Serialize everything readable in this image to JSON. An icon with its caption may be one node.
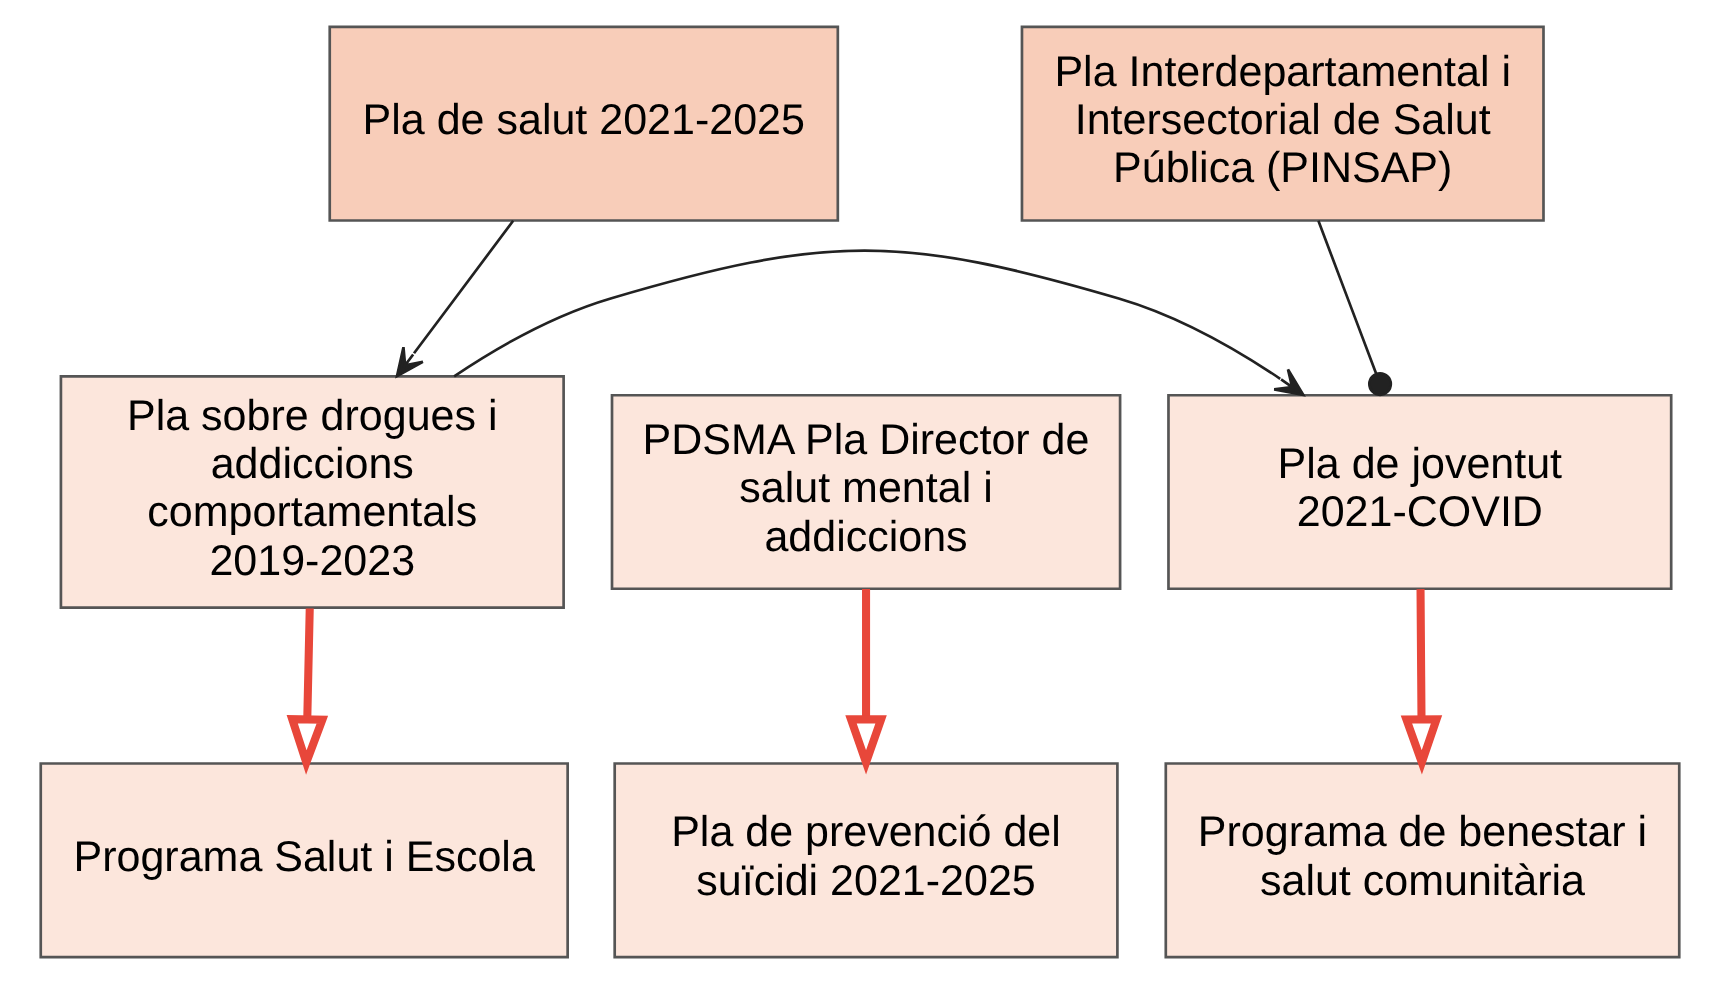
{
  "diagram": {
    "nodes": [
      {
        "text": [
          "Pla de salut 2021-2025"
        ]
      },
      {
        "text": [
          "Pla Interdepartamental i Intersectorial de Salut Pública (PINSAP)"
        ]
      },
      {
        "text": [
          "Pla sobre drogues i addiccions comportamentals 2019-2023"
        ]
      },
      {
        "text": [
          "PDSMA Pla Director de salut mental i addiccions"
        ]
      },
      {
        "text": [
          "Pla de joventut 2021-COVID"
        ]
      },
      {
        "text": [
          "Programa Salut i Escola"
        ]
      },
      {
        "text": [
          "Pla de prevenció del suïcidi 2021-2025"
        ]
      },
      {
        "text": [
          "Programa de benestar i salut comunitària"
        ]
      }
    ],
    "edges": [
      {
        "from": 0,
        "to": 2,
        "arrow": "to"
      },
      {
        "from": 1,
        "to": 4,
        "arrow": "other"
      },
      {
        "from": 2,
        "to": 4,
        "arrow": "to"
      },
      {
        "from": 2,
        "to": 5,
        "arrow": "to",
        "style": "thick",
        "color": "#e8473a"
      },
      {
        "from": 3,
        "to": 6,
        "arrow": "to",
        "style": "thick",
        "color": "#e8473a"
      },
      {
        "from": 4,
        "to": 7,
        "arrow": "to",
        "style": "thick",
        "color": "#e8473a"
      }
    ]
  }
}
